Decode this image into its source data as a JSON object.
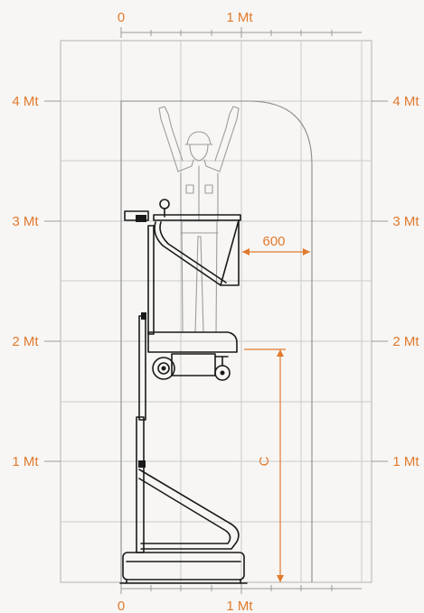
{
  "labels": {
    "top_zero": "0",
    "top_one": "1 Mt",
    "bottom_zero": "0",
    "bottom_one": "1 Mt",
    "h4": "4 Mt",
    "h3": "3 Mt",
    "h2": "2 Mt",
    "h1": "1 Mt"
  },
  "dimensions": {
    "horizontal": "600",
    "vertical": "C"
  },
  "colors": {
    "accent": "#e07a2e",
    "grid": "#c9c9c9",
    "machine": "#1a1a1a",
    "figure": "#9c9c9c"
  }
}
